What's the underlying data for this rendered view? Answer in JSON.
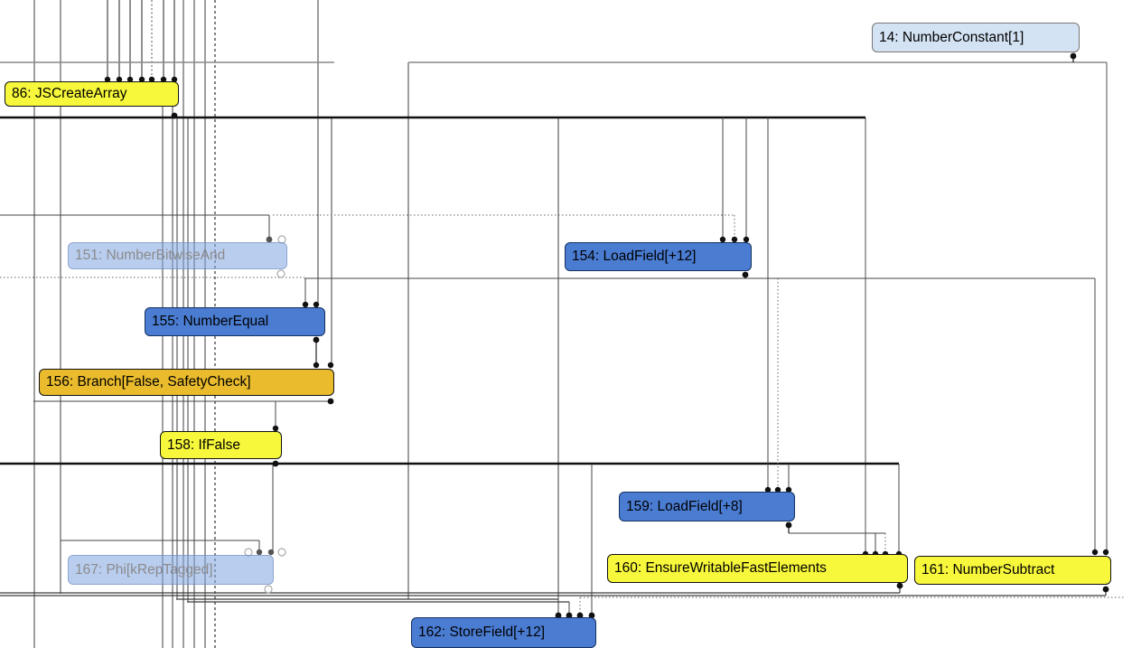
{
  "app": {
    "title": "compiler-graph-view"
  },
  "colors": {
    "node_yellow": "#f7f73c",
    "node_gold": "#e9bb2d",
    "node_blue": "#4a7cd2",
    "node_lightblue": "#d4e3f4",
    "node_faded_blue": "#80a4e2",
    "faded_text": "#8b8b8b",
    "edge": "#444444",
    "control_edge": "#111111",
    "background": "#ffffff"
  },
  "nodes": [
    {
      "id": "14",
      "label": "14: NumberConstant[1]",
      "kind": "constant"
    },
    {
      "id": "86",
      "label": "86: JSCreateArray",
      "kind": "javascript"
    },
    {
      "id": "151",
      "label": "151: NumberBitwiseAnd",
      "kind": "simplified-faded"
    },
    {
      "id": "154",
      "label": "154: LoadField[+12]",
      "kind": "memory"
    },
    {
      "id": "155",
      "label": "155: NumberEqual",
      "kind": "simplified"
    },
    {
      "id": "156",
      "label": "156: Branch[False, SafetyCheck]",
      "kind": "branch"
    },
    {
      "id": "158",
      "label": "158: IfFalse",
      "kind": "control"
    },
    {
      "id": "159",
      "label": "159: LoadField[+8]",
      "kind": "memory"
    },
    {
      "id": "160",
      "label": "160: EnsureWritableFastElements",
      "kind": "control"
    },
    {
      "id": "161",
      "label": "161: NumberSubtract",
      "kind": "control"
    },
    {
      "id": "167",
      "label": "167: Phi[kRepTagged]",
      "kind": "phi-faded"
    },
    {
      "id": "162",
      "label": "162: StoreField[+12]",
      "kind": "memory"
    }
  ]
}
